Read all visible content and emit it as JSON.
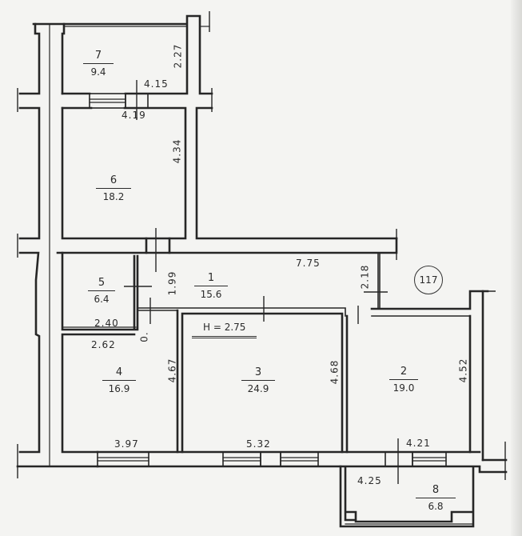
{
  "plan": {
    "ceiling_height_label": "H = 2.75",
    "sheet_tag": "117",
    "rooms": [
      {
        "num": "1",
        "area": "15.6"
      },
      {
        "num": "2",
        "area": "19.0"
      },
      {
        "num": "3",
        "area": "24.9"
      },
      {
        "num": "4",
        "area": "16.9"
      },
      {
        "num": "5",
        "area": "6.4"
      },
      {
        "num": "6",
        "area": "18.2"
      },
      {
        "num": "7",
        "area": "9.4"
      },
      {
        "num": "8",
        "area": "6.8"
      }
    ],
    "dimensions": {
      "d_227": "2.27",
      "d_415": "4.15",
      "d_419": "4.19",
      "d_434": "4.34",
      "d_199": "1.99",
      "d_775": "7.75",
      "d_218": "2.18",
      "d_240": "2.40",
      "d_262": "2.62",
      "d_0": "0.",
      "d_467": "4.67",
      "d_468": "4.68",
      "d_452": "4.52",
      "d_397": "3.97",
      "d_532": "5.32",
      "d_421": "4.21",
      "d_425": "4.25"
    },
    "colors": {
      "paper": "#f4f4f2",
      "ink": "#2a2a2a"
    }
  }
}
